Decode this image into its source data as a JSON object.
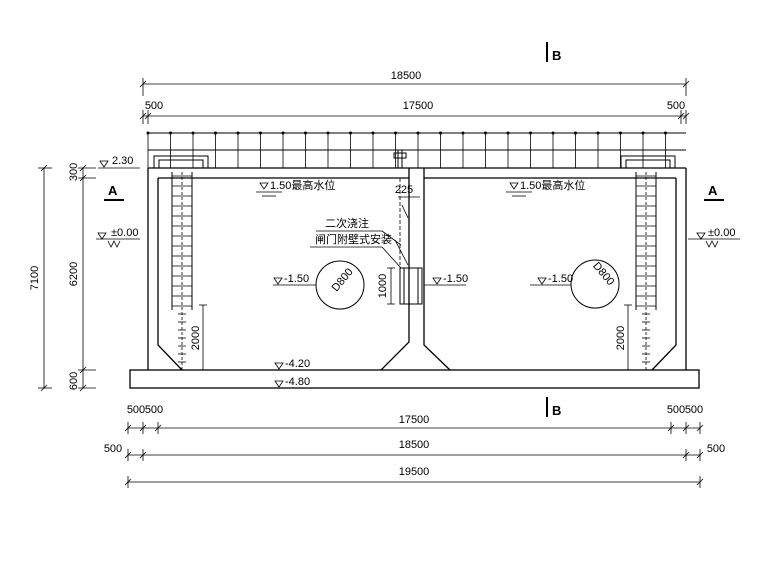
{
  "section": {
    "b": "B",
    "a": "A"
  },
  "dims": {
    "top_total": "18500",
    "top_left_500": "500",
    "top_mid": "17500",
    "top_right_500": "500",
    "height_total": "7100",
    "height_300": "300",
    "height_6200": "6200",
    "height_600": "600",
    "wall_225": "225",
    "gate_1000": "1000",
    "ladder_left_2000": "2000",
    "ladder_right_2000": "2000",
    "bot_l1": "500",
    "bot_l2": "500",
    "bot_mid": "17500",
    "bot_r1": "500",
    "bot_r2": "500",
    "bot2_l": "500",
    "bot2_mid": "18500",
    "bot2_r": "500",
    "bot3_total": "19500"
  },
  "levels": {
    "top": "2.30",
    "ground_left": "±0.00",
    "ground_right": "±0.00",
    "max_water_left": "1.50最高水位",
    "max_water_right": "1.50最高水位",
    "pipe_left": "-1.50",
    "pipe_mid": "-1.50",
    "pipe_right": "-1.50",
    "floor_inner": "-4.20",
    "floor_bottom": "-4.80"
  },
  "pipes": {
    "left": "D800",
    "right": "D800"
  },
  "notes": {
    "line1": "二次浇注",
    "line2": "闸门附壁式安装"
  }
}
